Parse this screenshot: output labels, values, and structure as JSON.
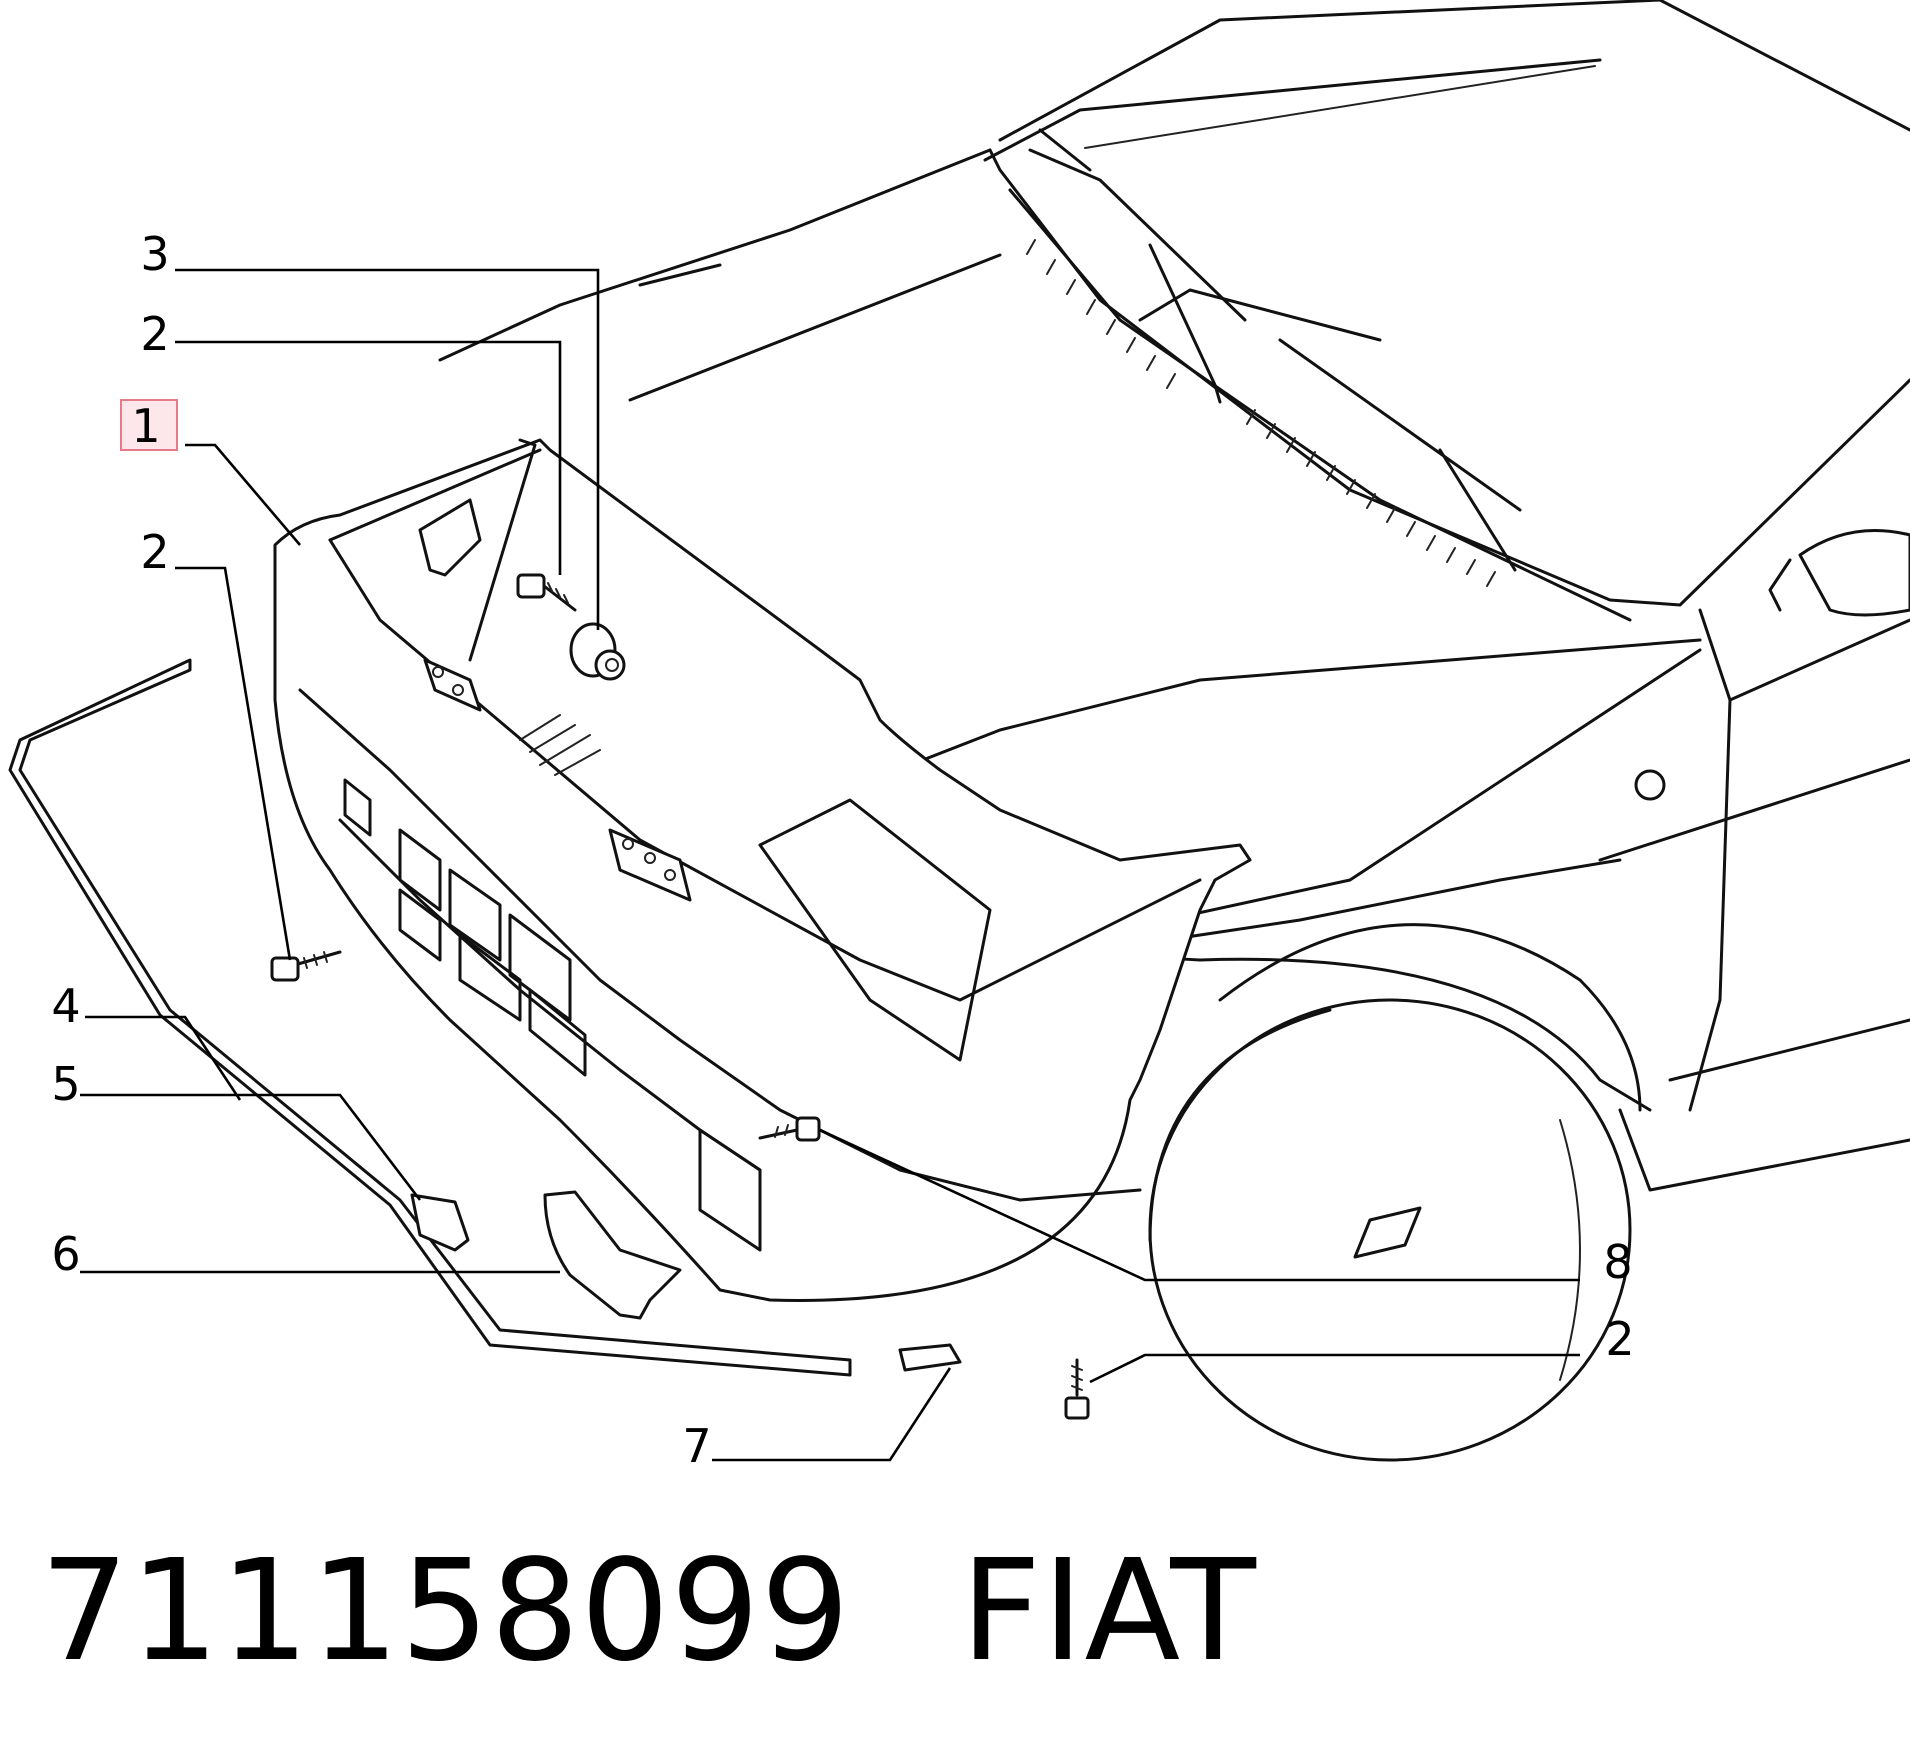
{
  "callouts": [
    {
      "id": "c1",
      "label": "1",
      "highlighted": true
    },
    {
      "id": "c2a",
      "label": "2"
    },
    {
      "id": "c3",
      "label": "3"
    },
    {
      "id": "c2b",
      "label": "2"
    },
    {
      "id": "c4",
      "label": "4"
    },
    {
      "id": "c5",
      "label": "5"
    },
    {
      "id": "c6",
      "label": "6"
    },
    {
      "id": "c7",
      "label": "7"
    },
    {
      "id": "c8",
      "label": "8"
    },
    {
      "id": "c2c",
      "label": "2"
    }
  ],
  "footer": {
    "part_number": "711158099",
    "brand": "FIAT"
  },
  "colors": {
    "highlight_fill": "#fde7ea",
    "highlight_stroke": "#e77a88",
    "ink": "#000000"
  }
}
